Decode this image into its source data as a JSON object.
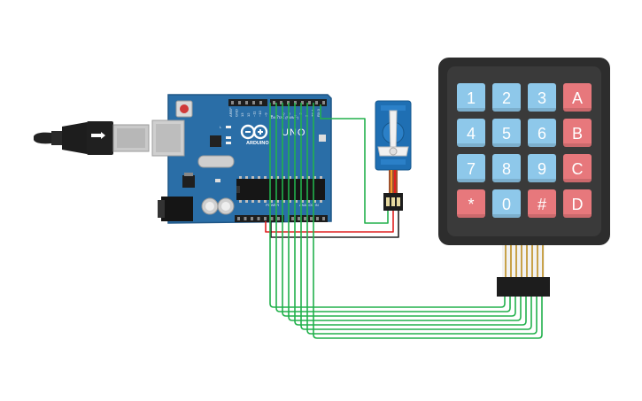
{
  "board": {
    "brand_text": "ARDUINO",
    "model_text": "UNO",
    "digital_label": "DIGITAL (PWM~)",
    "power_label": "POWER",
    "analog_label": "ANALOG IN",
    "header_pins_top": [
      "AREF",
      "GND",
      "13",
      "12",
      "~11",
      "~10",
      "~9",
      "8",
      "7",
      "~6",
      "~5",
      "4",
      "~3",
      "2",
      "TX 1",
      "RX 0"
    ],
    "led_labels": [
      "L",
      "TX",
      "RX"
    ],
    "colors": {
      "pcb": "#2a6ea7",
      "pcb_edge": "#1f5686"
    }
  },
  "keypad": {
    "rows": [
      [
        {
          "label": "1",
          "kind": "num"
        },
        {
          "label": "2",
          "kind": "num"
        },
        {
          "label": "3",
          "kind": "num"
        },
        {
          "label": "A",
          "kind": "letter"
        }
      ],
      [
        {
          "label": "4",
          "kind": "num"
        },
        {
          "label": "5",
          "kind": "num"
        },
        {
          "label": "6",
          "kind": "num"
        },
        {
          "label": "B",
          "kind": "letter"
        }
      ],
      [
        {
          "label": "7",
          "kind": "num"
        },
        {
          "label": "8",
          "kind": "num"
        },
        {
          "label": "9",
          "kind": "num"
        },
        {
          "label": "C",
          "kind": "letter"
        }
      ],
      [
        {
          "label": "*",
          "kind": "letter"
        },
        {
          "label": "0",
          "kind": "num"
        },
        {
          "label": "#",
          "kind": "letter"
        },
        {
          "label": "D",
          "kind": "letter"
        }
      ]
    ],
    "colors": {
      "num": "#8ec8ea",
      "letter": "#e7787c",
      "frame": "#2d2d2d",
      "inner": "#3a3a3a"
    }
  },
  "wire_colors": {
    "signal": "#22b14c",
    "power": "#e02020",
    "ground": "#222222"
  },
  "components": [
    "usb-cable",
    "arduino-uno",
    "servo-motor",
    "keypad-4x4"
  ]
}
